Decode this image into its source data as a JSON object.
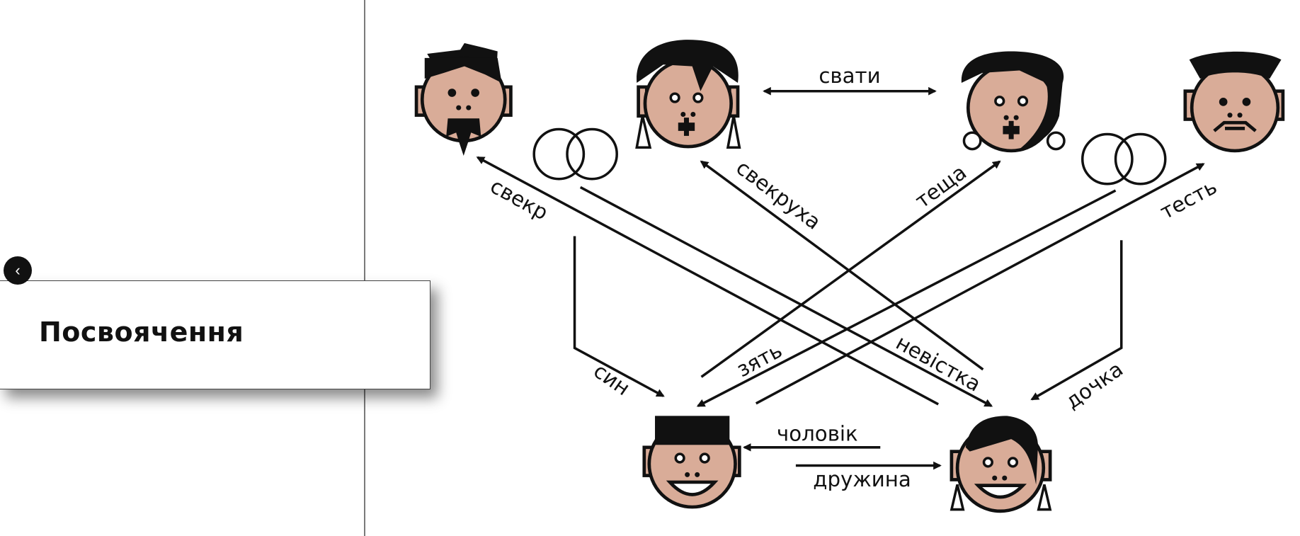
{
  "sidebar": {
    "back_icon": "chevron-left-icon",
    "back_glyph": "‹",
    "card_title": "Посвоячення"
  },
  "diagram": {
    "people": [
      "свекр",
      "свекруха",
      "теща",
      "тесть",
      "син",
      "невістка"
    ],
    "labels": {
      "svaty": "свати",
      "svekr": "свекр",
      "svekrukha": "свекруха",
      "teshcha": "теща",
      "test": "тесть",
      "syn": "син",
      "zyat": "зять",
      "nevistka": "невістка",
      "dochka": "дочка",
      "cholovik": "чоловік",
      "druzhyna": "дружина"
    },
    "colors": {
      "skin": "#d9ac98",
      "ink": "#111111"
    }
  }
}
